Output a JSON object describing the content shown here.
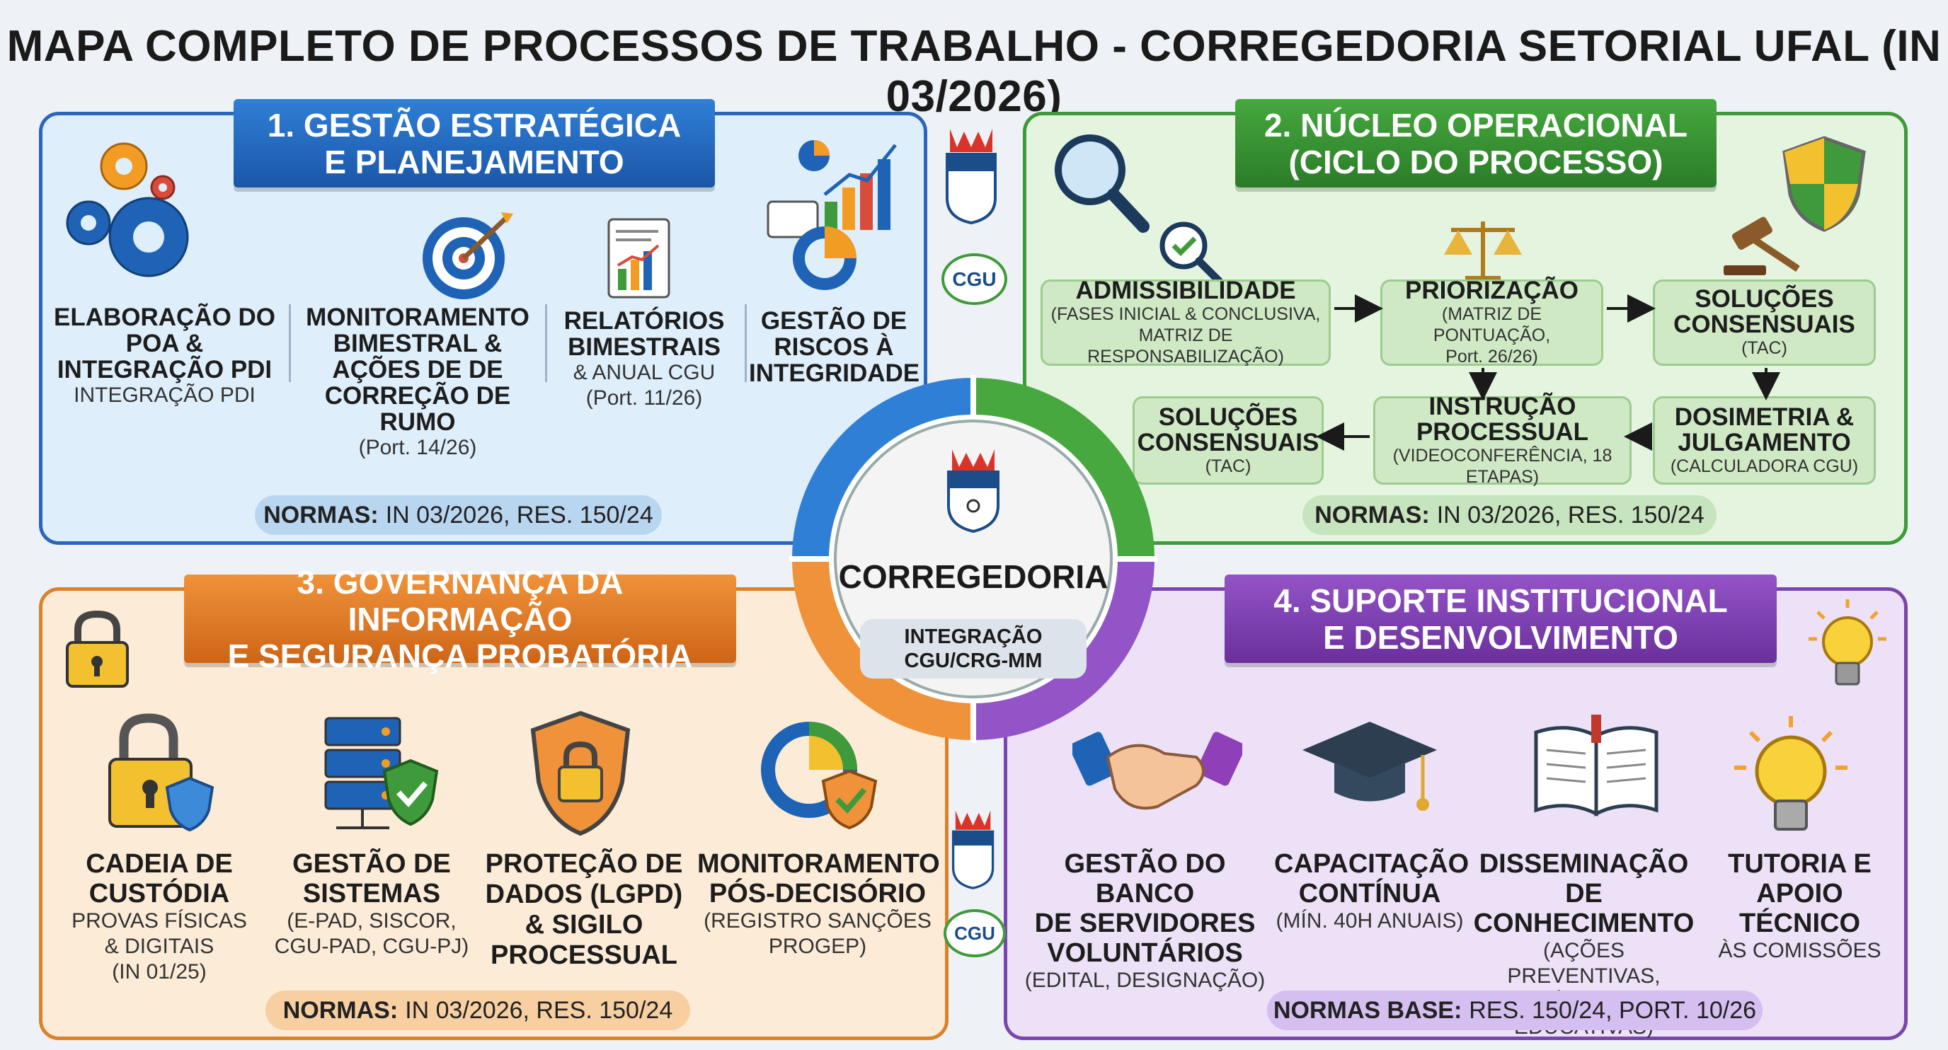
{
  "title": "MAPA COMPLETO DE PROCESSOS DE TRABALHO - CORREGEDORIA SETORIAL UFAL (IN 03/2026)",
  "colors": {
    "blue": "#2a66b9",
    "green": "#3e9a3a",
    "orange": "#d9822b",
    "purple": "#7b45ae"
  },
  "center": {
    "label": "CORREGEDORIA",
    "sub_line1": "INTEGRAÇÃO",
    "sub_line2": "CGU/CRG-MM"
  },
  "cgu_badge": "CGU",
  "q1": {
    "title_line1": "1. GESTÃO ESTRATÉGICA",
    "title_line2": "E PLANEJAMENTO",
    "items": [
      {
        "h": "ELABORAÇÃO DO POA & INTEGRAÇÃO PDI",
        "s": "INTEGRAÇÃO PDI",
        "icon": "gears-icon"
      },
      {
        "h": "MONITORAMENTO BIMESTRAL & AÇÕES DE DE CORREÇÃO DE RUMO",
        "s": "(Port. 14/26)",
        "icon": "target-icon"
      },
      {
        "h": "RELATÓRIOS BIMESTRAIS",
        "s": "& ANUAL CGU",
        "s3": "(Port. 11/26)",
        "icon": "report-icon"
      },
      {
        "h": "GESTÃO DE RISCOS À INTEGRIDADE",
        "icon": "risk-chart-icon"
      }
    ],
    "normas_label": "NORMAS:",
    "normas_value": "IN 03/2026, RES. 150/24"
  },
  "q2": {
    "title_line1": "2. NÚCLEO OPERACIONAL",
    "title_line2": "(CICLO DO PROCESSO)",
    "boxes": [
      {
        "h": "ADMISSIBILIDADE",
        "s": "(FASES INICIAL & CONCLUSIVA,",
        "s3": "MATRIZ DE RESPONSABILIZAÇÃO)"
      },
      {
        "h": "PRIORIZAÇÃO",
        "s": "(MATRIZ DE PONTUAÇÃO,",
        "s3": "Port. 26/26)"
      },
      {
        "h1": "SOLUÇÕES",
        "h2": "CONSENSUAIS",
        "s": "(TAC)"
      },
      {
        "h1": "SOLUÇÕES",
        "h2": "CONSENSUAIS",
        "s": "(TAC)"
      },
      {
        "h1": "INSTRUÇÃO",
        "h2": "PROCESSUAL",
        "s": "(VIDEOCONFERÊNCIA, 18 ETAPAS)"
      },
      {
        "h1": "DOSIMETRIA &",
        "h2": "JULGAMENTO",
        "s": "(CALCULADORA CGU)"
      }
    ],
    "normas_label": "NORMAS:",
    "normas_value": "IN 03/2026, RES. 150/24"
  },
  "q3": {
    "title_line1": "3. GOVERNANÇA DA INFORMAÇÃO",
    "title_line2": "E SEGURANÇA PROBATÓRIA",
    "items": [
      {
        "h1": "CADEIA DE",
        "h2": "CUSTÓDIA",
        "s1": "PROVAS FÍSICAS",
        "s2": "& DIGITAIS",
        "s3": "(IN 01/25)"
      },
      {
        "h1": "GESTÃO DE",
        "h2": "SISTEMAS",
        "s1": "(E-PAD, SISCOR,",
        "s2": "CGU-PAD, CGU-PJ)"
      },
      {
        "h1": "PROTEÇÃO DE",
        "h2": "DADOS (LGPD)",
        "h3": "& SIGILO",
        "h4": "PROCESSUAL"
      },
      {
        "h1": "MONITORAMENTO",
        "h2": "PÓS-DECISÓRIO",
        "s1": "(REGISTRO SANÇÕES",
        "s2": "PROGEP)"
      }
    ],
    "normas_label": "NORMAS:",
    "normas_value": "IN 03/2026, RES. 150/24"
  },
  "q4": {
    "title_line1": "4. SUPORTE INSTITUCIONAL",
    "title_line2": "E DESENVOLVIMENTO",
    "items": [
      {
        "h1": "GESTÃO DO BANCO",
        "h2": "DE SERVIDORES",
        "h3": "VOLUNTÁRIOS",
        "s1": "(EDITAL, DESIGNAÇÃO)"
      },
      {
        "h1": "CAPACITAÇÃO",
        "h2": "CONTÍNUA",
        "s1": "(MÍN. 40H ANUAIS)"
      },
      {
        "h1": "DISSEMINAÇÃO DE",
        "h2": "CONHECIMENTO",
        "s1": "(AÇÕES PREVENTIVAS,",
        "s2": "PÍLULAS EDUCATIVAS)"
      },
      {
        "h1": "TUTORIA E",
        "h2": "APOIO TÉCNICO",
        "s1": "ÀS COMISSÕES"
      }
    ],
    "normas_label": "NORMAS BASE:",
    "normas_value": "RES. 150/24, PORT. 10/26"
  }
}
